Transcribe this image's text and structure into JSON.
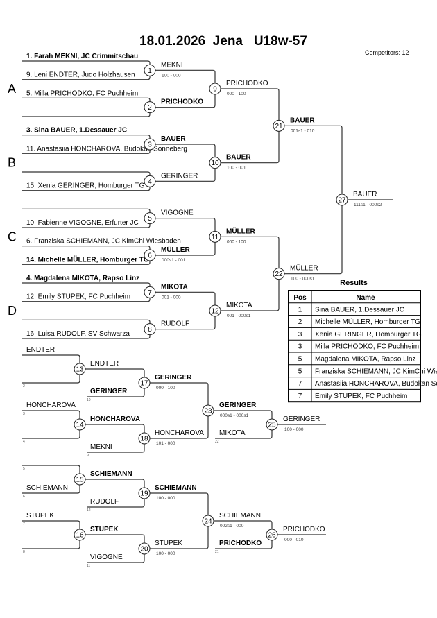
{
  "header": {
    "title": "18.01.2026  Jena   U18w-57",
    "competitors": "Competitors: 12"
  },
  "pools": [
    "A",
    "B",
    "C",
    "D"
  ],
  "main": {
    "entries": [
      {
        "text": "1. Farah MEKNI, JC Crimmitschau",
        "bold": true
      },
      {
        "text": "9. Leni ENDTER, Judo Holzhausen",
        "bold": false
      },
      {
        "text": "5. Milla PRICHODKO, FC Puchheim",
        "bold": false
      },
      {
        "text": "",
        "bold": false
      },
      {
        "text": "3. Sina BAUER, 1.Dessauer JC",
        "bold": true
      },
      {
        "text": "11. Anastasiia HONCHAROVA, Budokan Sonneberg",
        "bold": false
      },
      {
        "text": "",
        "bold": false
      },
      {
        "text": "15. Xenia GERINGER, Homburger TG",
        "bold": false
      },
      {
        "text": "",
        "bold": false
      },
      {
        "text": "10. Fabienne VIGOGNE, Erfurter JC",
        "bold": false
      },
      {
        "text": "6. Franziska SCHIEMANN, JC KimChi Wiesbaden",
        "bold": false
      },
      {
        "text": "14. Michelle MÜLLER, Homburger TG",
        "bold": true
      },
      {
        "text": "4. Magdalena MIKOTA, Rapso Linz",
        "bold": true
      },
      {
        "text": "12. Emily STUPEK, FC Puchheim",
        "bold": false
      },
      {
        "text": "",
        "bold": false
      },
      {
        "text": "16. Luisa RUDOLF, SV Schwarza",
        "bold": false
      }
    ],
    "round1": [
      {
        "num": "1",
        "winner": "MEKNI",
        "bold": false,
        "score": "100 - 000"
      },
      {
        "num": "2",
        "winner": "PRICHODKO",
        "bold": true,
        "score": ""
      },
      {
        "num": "3",
        "winner": "BAUER",
        "bold": true,
        "score": ""
      },
      {
        "num": "4",
        "winner": "GERINGER",
        "bold": false,
        "score": ""
      },
      {
        "num": "5",
        "winner": "VIGOGNE",
        "bold": false,
        "score": ""
      },
      {
        "num": "6",
        "winner": "MÜLLER",
        "bold": true,
        "score": "000s1 - 001"
      },
      {
        "num": "7",
        "winner": "MIKOTA",
        "bold": true,
        "score": "001 - 000"
      },
      {
        "num": "8",
        "winner": "RUDOLF",
        "bold": false,
        "score": ""
      }
    ],
    "round2": [
      {
        "num": "9",
        "winner": "PRICHODKO",
        "bold": false,
        "score": "000 - 100"
      },
      {
        "num": "10",
        "winner": "BAUER",
        "bold": true,
        "score": "100 - 001"
      },
      {
        "num": "11",
        "winner": "MÜLLER",
        "bold": true,
        "score": "000 - 100"
      },
      {
        "num": "12",
        "winner": "MIKOTA",
        "bold": false,
        "score": "001 - 000s1"
      }
    ],
    "round3": [
      {
        "num": "21",
        "winner": "BAUER",
        "bold": true,
        "score": "001s1 - 010"
      },
      {
        "num": "22",
        "winner": "MÜLLER",
        "bold": false,
        "score": "100 - 000s1"
      }
    ],
    "final": {
      "num": "27",
      "winner": "BAUER",
      "bold": false,
      "score": "111s1 - 000s2"
    }
  },
  "repechage": [
    {
      "seeds": [
        "1",
        "2",
        "3",
        "4"
      ],
      "entries": [
        "ENDTER",
        "",
        "HONCHAROVA",
        ""
      ],
      "m1": [
        {
          "num": "13",
          "winner": "ENDTER",
          "bold": false
        },
        {
          "num": "14",
          "winner": "HONCHAROVA",
          "bold": true
        }
      ],
      "m2": [
        {
          "num": "17",
          "opponent": "GERINGER",
          "opponent_bold": true,
          "opponent_seed": "10",
          "winner": "GERINGER",
          "bold": true,
          "score": "000 - 100"
        },
        {
          "num": "18",
          "opponent": "MEKNI",
          "opponent_bold": false,
          "opponent_seed": "9",
          "winner": "HONCHAROVA",
          "bold": false,
          "score": "101 - 000"
        }
      ],
      "m3": {
        "num": "23",
        "winner": "GERINGER",
        "bold": true,
        "score": "000s1 - 000s1"
      },
      "m4": {
        "num": "25",
        "opponent": "MIKOTA",
        "opponent_bold": false,
        "opponent_seed": "22",
        "winner": "GERINGER",
        "bold": false,
        "score": "100 - 000"
      }
    },
    {
      "seeds": [
        "5",
        "6",
        "7",
        "8"
      ],
      "entries": [
        "",
        "SCHIEMANN",
        "STUPEK",
        ""
      ],
      "m1": [
        {
          "num": "15",
          "winner": "SCHIEMANN",
          "bold": true
        },
        {
          "num": "16",
          "winner": "STUPEK",
          "bold": true
        }
      ],
      "m2": [
        {
          "num": "19",
          "opponent": "RUDOLF",
          "opponent_bold": false,
          "opponent_seed": "12",
          "winner": "SCHIEMANN",
          "bold": true,
          "score": "100 - 000"
        },
        {
          "num": "20",
          "opponent": "VIGOGNE",
          "opponent_bold": false,
          "opponent_seed": "11",
          "winner": "STUPEK",
          "bold": false,
          "score": "100 - 000"
        }
      ],
      "m3": {
        "num": "24",
        "winner": "SCHIEMANN",
        "bold": false,
        "score": "002s1 - 000"
      },
      "m4": {
        "num": "26",
        "opponent": "PRICHODKO",
        "opponent_bold": true,
        "opponent_seed": "21",
        "winner": "PRICHODKO",
        "bold": false,
        "score": "000 - 010"
      }
    }
  ],
  "results": {
    "title": "Results",
    "columns": [
      "Pos",
      "Name"
    ],
    "rows": [
      {
        "pos": "1",
        "name": "Sina BAUER, 1.Dessauer JC"
      },
      {
        "pos": "2",
        "name": "Michelle MÜLLER, Homburger TG"
      },
      {
        "pos": "3",
        "name": "Xenia GERINGER, Homburger TG"
      },
      {
        "pos": "3",
        "name": "Milla PRICHODKO, FC Puchheim"
      },
      {
        "pos": "5",
        "name": "Magdalena MIKOTA, Rapso Linz"
      },
      {
        "pos": "5",
        "name": "Franziska SCHIEMANN, JC KimChi Wiesbaden"
      },
      {
        "pos": "7",
        "name": "Anastasiia HONCHAROVA, Budokan Sonneberg"
      },
      {
        "pos": "7",
        "name": "Emily STUPEK, FC Puchheim"
      }
    ]
  }
}
